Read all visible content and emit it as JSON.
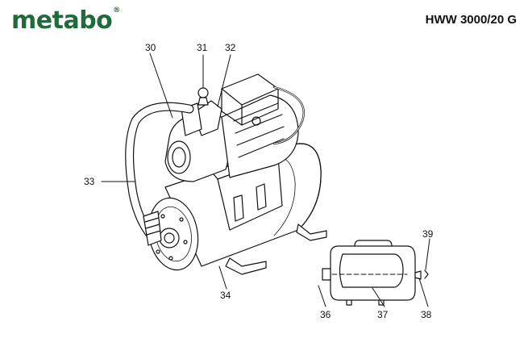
{
  "brand": {
    "logo_text": "metabo",
    "reg_mark": "®"
  },
  "model": "HWW 3000/20 G",
  "callouts": {
    "p30": "30",
    "p31": "31",
    "p32": "32",
    "p33": "33",
    "p34": "34",
    "p36": "36",
    "p37": "37",
    "p38": "38",
    "p39": "39"
  },
  "colors": {
    "brand": "#1f6b3a",
    "ink": "#111111"
  }
}
